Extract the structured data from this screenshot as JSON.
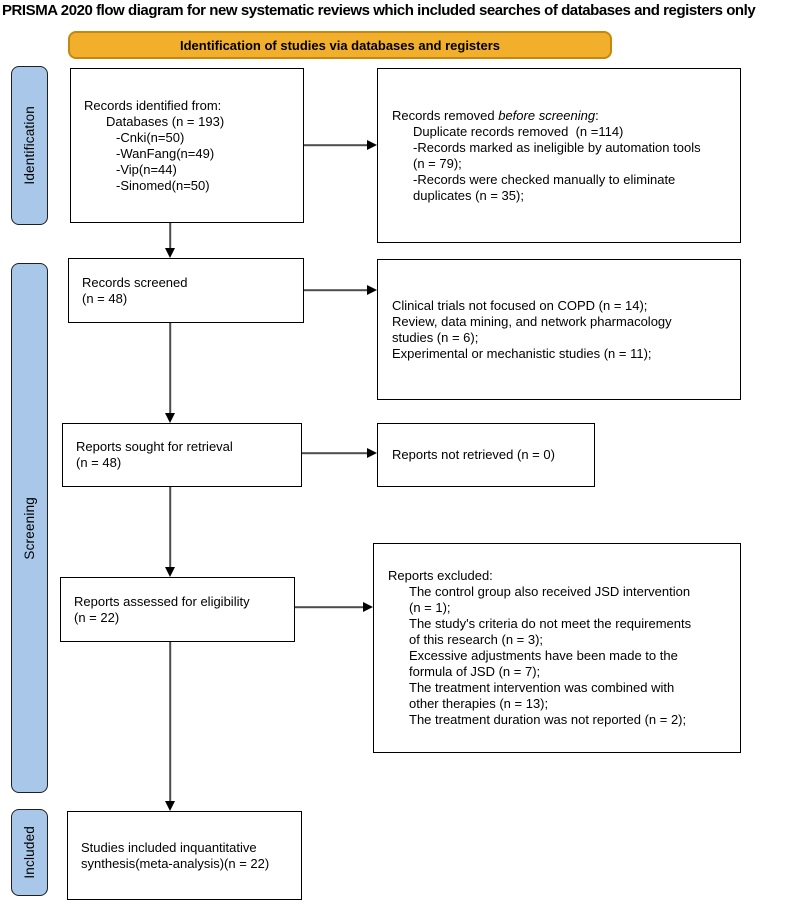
{
  "title": "PRISMA 2020 flow diagram for new systematic reviews which included searches of databases and registers only",
  "banner": {
    "label": "Identification of studies via databases and registers"
  },
  "sidebar": {
    "identification": "Identification",
    "screening": "Screening",
    "included": "Included"
  },
  "flow": {
    "records_identified": {
      "lines": [
        "Records identified from:",
        "Databases (n = 193)",
        "-Cnki(n=50)",
        "-WanFang(n=49)",
        "-Vip(n=44)",
        "-Sinomed(n=50)"
      ]
    },
    "records_screened": {
      "lines": [
        "Records screened",
        "(n = 48)"
      ]
    },
    "reports_sought": {
      "lines": [
        "Reports sought for retrieval",
        "(n = 48)"
      ]
    },
    "reports_assessed": {
      "lines": [
        "Reports assessed for eligibility",
        "(n = 22)"
      ]
    },
    "studies_included": {
      "lines": [
        "Studies included inquantitative",
        "synthesis(meta-analysis)(n = 22)"
      ]
    }
  },
  "exclusions": {
    "records_removed": {
      "intro_prefix": "Records removed ",
      "intro_italic": "before screening",
      "intro_suffix": ":",
      "lines": [
        "Duplicate records removed  (n =114)",
        "-Records marked as ineligible by automation tools",
        "(n = 79);",
        "-Records were checked manually to eliminate",
        "duplicates (n = 35);"
      ]
    },
    "screening_excluded": {
      "lines": [
        "Clinical trials not focused on COPD (n = 14);",
        "Review, data mining, and network pharmacology",
        "studies (n = 6);",
        "Experimental or mechanistic studies (n = 11);"
      ]
    },
    "reports_not_retrieved": {
      "lines": [
        "Reports not retrieved (n = 0)"
      ]
    },
    "reports_excluded": {
      "lines": [
        "Reports excluded:",
        "The control group also received JSD intervention",
        "(n = 1);",
        "The study's criteria do not meet the requirements",
        "of this research (n = 3);",
        "Excessive adjustments have been made to the",
        "formula of JSD (n = 7);",
        "The treatment intervention was combined with",
        "other therapies (n = 13);",
        "The treatment duration was not reported (n = 2);"
      ]
    }
  },
  "colors": {
    "banner_fill": "#F2AF2B",
    "banner_border": "#C5880F",
    "sidebar_fill": "#A9C8E9",
    "box_border": "#000000",
    "arrow_line": "#4D4D4D",
    "arrow_head": "#000000"
  }
}
